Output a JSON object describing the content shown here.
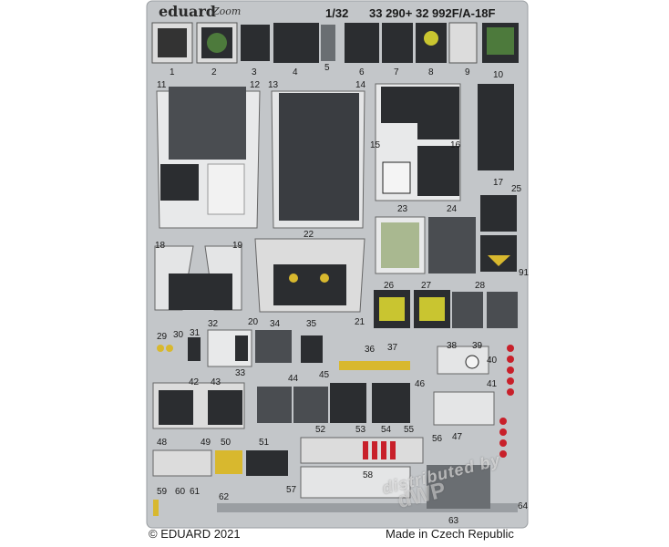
{
  "header": {
    "brand": "eduard",
    "brand_sub": "Zoom",
    "scale": "1/32",
    "product_code": "33 290+ 32 992F/A-18F"
  },
  "footer": {
    "copyright": "© EDUARD 2021",
    "origin": "Made in Czech Republic"
  },
  "watermark": {
    "line1": "distributed by",
    "line2": "dWP"
  },
  "part_numbers": [
    "1",
    "2",
    "3",
    "4",
    "5",
    "6",
    "7",
    "8",
    "9",
    "10",
    "11",
    "12",
    "13",
    "14",
    "15",
    "16",
    "17",
    "18",
    "19",
    "20",
    "21",
    "22",
    "23",
    "24",
    "25",
    "26",
    "27",
    "28",
    "29",
    "30",
    "31",
    "32",
    "33",
    "34",
    "35",
    "36",
    "37",
    "38",
    "39",
    "40",
    "41",
    "42",
    "43",
    "44",
    "45",
    "46",
    "47",
    "48",
    "49",
    "50",
    "51",
    "52",
    "53",
    "54",
    "55",
    "56",
    "57",
    "58",
    "59",
    "60",
    "61",
    "62",
    "63",
    "64",
    "91"
  ],
  "colors": {
    "fret": "#c3c6c9",
    "fret_edge": "#9a9ea2",
    "panel_dark": "#2b2d30",
    "panel_mid": "#6a6e72",
    "screen_green": "#4d7a3c",
    "brass": "#d8b82e",
    "red": "#c8202a"
  }
}
